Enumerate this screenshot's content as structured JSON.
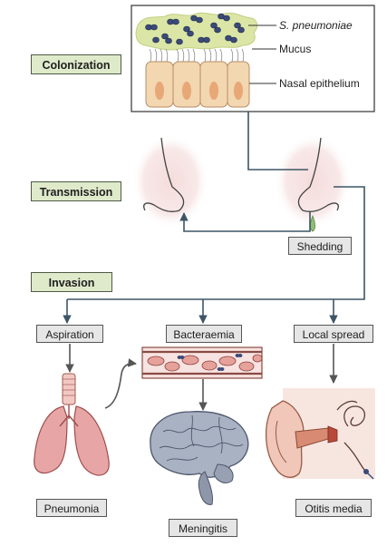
{
  "stages": {
    "colonization": "Colonization",
    "transmission": "Transmission",
    "invasion": "Invasion"
  },
  "callouts": {
    "bacteria": "S. pneumoniae",
    "mucus": "Mucus",
    "epithelium": "Nasal epithelium"
  },
  "tags": {
    "shedding": "Shedding",
    "aspiration": "Aspiration",
    "bacteraemia": "Bacteraemia",
    "local_spread": "Local spread",
    "pneumonia": "Pneumonia",
    "meningitis": "Meningitis",
    "otitis_media": "Otitis media"
  },
  "colors": {
    "stage_fill": "#dfeacb",
    "tag_fill": "#e6e6e6",
    "connector": "#3d5566",
    "mucus": "#dbe6a6",
    "bacteria": "#3b4a78",
    "epithelium": "#f2d7b0",
    "nose_shade": "#f3dcdc",
    "lung": "#e8a5a5",
    "brain": "#a9b2c2",
    "ear": "#f0c7b9",
    "red_cell": "#e7a19b"
  }
}
